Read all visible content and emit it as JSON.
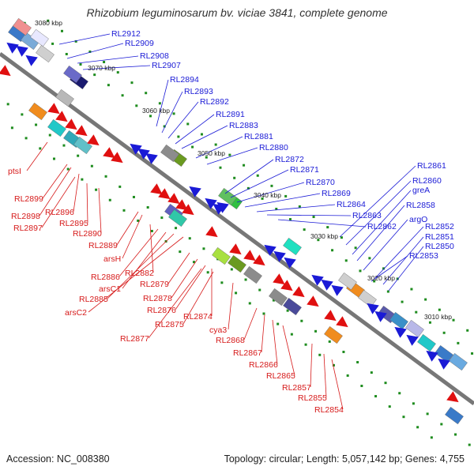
{
  "title": "Rhizobium leguminosarum bv. viciae 3841, complete genome",
  "footer": {
    "accession": "Accession: NC_008380",
    "stats": "Topology: circular; Length: 5,057,142 bp; Genes: 4,755"
  },
  "ticks": [
    "3080 kbp",
    "3070 kbp",
    "3060 kbp",
    "3050 kbp",
    "3040 kbp",
    "3030 kbp",
    "3020 kbp",
    "3010 kbp"
  ],
  "blue_labels": [
    "RL2912",
    "RL2909",
    "RL2908",
    "RL2907",
    "RL2894",
    "RL2893",
    "RL2892",
    "RL2891",
    "RL2883",
    "RL2881",
    "RL2880",
    "RL2872",
    "RL2871",
    "RL2870",
    "RL2869",
    "RL2864",
    "RL2863",
    "RL2862",
    "RL2861",
    "RL2860",
    "greA",
    "RL2858",
    "argO",
    "RL2852",
    "RL2851",
    "RL2850",
    "RL2853"
  ],
  "red_labels": [
    "ptsI",
    "RL2899",
    "RL2898",
    "RL2896",
    "RL2897",
    "RL2895",
    "RL2890",
    "RL2889",
    "arsH",
    "RL2882",
    "RL2886",
    "arsC1",
    "RL2879",
    "RL2885",
    "RL2878",
    "arsC2",
    "RL2876",
    "RL2874",
    "RL2875",
    "cya3",
    "RL2877",
    "RL2868",
    "RL2867",
    "RL2866",
    "RL2865",
    "RL2857",
    "RL2855",
    "RL2854"
  ],
  "colors": {
    "forward_cds": "#1a1ad6",
    "reverse_cds": "#e01010",
    "backbone": "#777777",
    "gc_green": "#1e8c1e"
  }
}
